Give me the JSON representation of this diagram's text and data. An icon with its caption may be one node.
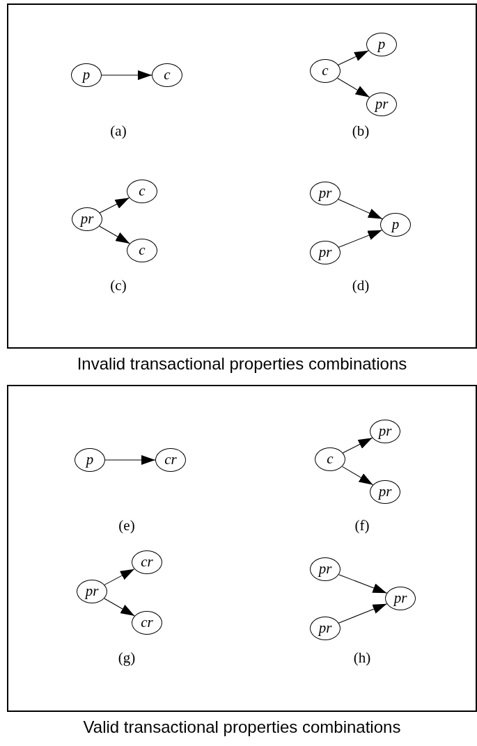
{
  "diagram": {
    "nodes": [
      {
        "text": [
          "Invalid transactional properties combinations"
        ]
      },
      {
        "text": [
          "p"
        ],
        "in": 0
      },
      {
        "text": [
          "c"
        ],
        "in": 0
      },
      {
        "text": [
          "c"
        ],
        "in": 0
      },
      {
        "text": [
          "p"
        ],
        "in": 0
      },
      {
        "text": [
          "pr"
        ],
        "in": 0
      },
      {
        "text": [
          "pr"
        ],
        "in": 0
      },
      {
        "text": [
          "c"
        ],
        "in": 0
      },
      {
        "text": [
          "c"
        ],
        "in": 0
      },
      {
        "text": [
          "pr"
        ],
        "in": 0
      },
      {
        "text": [
          "pr"
        ],
        "in": 0
      },
      {
        "text": [
          "p"
        ],
        "in": 0
      },
      {
        "text": [
          "Valid transactional properties combinations"
        ]
      },
      {
        "text": [
          "p"
        ],
        "in": 12
      },
      {
        "text": [
          "cr"
        ],
        "in": 12
      },
      {
        "text": [
          "c"
        ],
        "in": 12
      },
      {
        "text": [
          "pr"
        ],
        "in": 12
      },
      {
        "text": [
          "pr"
        ],
        "in": 12
      },
      {
        "text": [
          "pr"
        ],
        "in": 12
      },
      {
        "text": [
          "cr"
        ],
        "in": 12
      },
      {
        "text": [
          "cr"
        ],
        "in": 12
      },
      {
        "text": [
          "pr"
        ],
        "in": 12
      },
      {
        "text": [
          "pr"
        ],
        "in": 12
      },
      {
        "text": [
          "pr"
        ],
        "in": 12
      }
    ],
    "edges": [
      {
        "from": 1,
        "to": 2,
        "arrow": "to"
      },
      {
        "from": 3,
        "to": 4,
        "arrow": "to"
      },
      {
        "from": 3,
        "to": 5,
        "arrow": "to"
      },
      {
        "from": 6,
        "to": 7,
        "arrow": "to"
      },
      {
        "from": 6,
        "to": 8,
        "arrow": "to"
      },
      {
        "from": 9,
        "to": 11,
        "arrow": "to"
      },
      {
        "from": 10,
        "to": 11,
        "arrow": "to"
      },
      {
        "from": 13,
        "to": 14,
        "arrow": "to"
      },
      {
        "from": 15,
        "to": 16,
        "arrow": "to"
      },
      {
        "from": 15,
        "to": 17,
        "arrow": "to"
      },
      {
        "from": 18,
        "to": 19,
        "arrow": "to"
      },
      {
        "from": 18,
        "to": 20,
        "arrow": "to"
      },
      {
        "from": 21,
        "to": 23,
        "arrow": "to"
      },
      {
        "from": 22,
        "to": 23,
        "arrow": "to"
      }
    ],
    "labels": [
      "(a)",
      "(b)",
      "(c)",
      "(d)",
      "(e)",
      "(f)",
      "(g)",
      "(h)"
    ]
  }
}
